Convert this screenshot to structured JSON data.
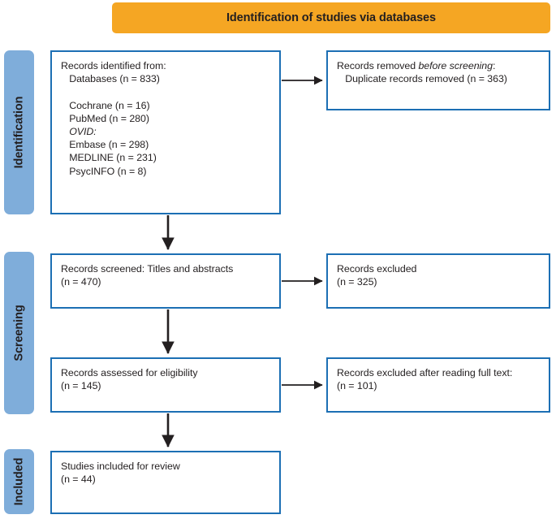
{
  "banner": {
    "title": "Identification of studies via databases",
    "color": "#f5a623"
  },
  "stages": [
    {
      "id": "identification",
      "label": "Identification",
      "color": "#7fadda"
    },
    {
      "id": "screening",
      "label": "Screening",
      "color": "#7fadda"
    },
    {
      "id": "included",
      "label": "Included",
      "color": "#7fadda"
    }
  ],
  "theme": {
    "box_border": "#1c6fb4",
    "box_fill": "#ffffff",
    "arrow": "#231f20",
    "text": "#231f20"
  },
  "boxes": {
    "identified": {
      "name": "records-identified",
      "line1": "Records identified from:",
      "line2": "   Databases (n = 833)",
      "line3": "",
      "line4": "   Cochrane (n = 16)",
      "line5": "   PubMed (n = 280)",
      "line6_italic": "   OVID:",
      "line7": "   Embase (n = 298)",
      "line8": "   MEDLINE (n = 231)",
      "line9": "   PsycINFO (n = 8)"
    },
    "removed": {
      "name": "records-removed-before-screening",
      "prefix": "Records removed ",
      "italic": "before screening",
      "suffix": ":",
      "line2": "   Duplicate records removed (n = 363)"
    },
    "screened": {
      "name": "records-screened",
      "line1": "Records screened: Titles and abstracts",
      "line2": "(n = 470)"
    },
    "excluded_screen": {
      "name": "records-excluded-screening",
      "line1": "Records excluded",
      "line2": "(n = 325)"
    },
    "eligibility": {
      "name": "records-assessed-eligibility",
      "line1": "Records assessed for eligibility",
      "line2": "(n = 145)"
    },
    "excluded_fulltext": {
      "name": "records-excluded-fulltext",
      "line1": "Records excluded after reading full text:",
      "line2": "(n = 101)"
    },
    "included": {
      "name": "studies-included",
      "line1": "Studies included for review",
      "line2": "(n = 44)"
    }
  },
  "chart_data": {
    "type": "diagram",
    "title": "Identification of studies via databases",
    "flow": "PRISMA",
    "stages": [
      "Identification",
      "Screening",
      "Included"
    ],
    "nodes": [
      {
        "id": "identified",
        "stage": "Identification",
        "label": "Records identified from: Databases",
        "n": 833,
        "sources": [
          {
            "name": "Cochrane",
            "n": 16
          },
          {
            "name": "PubMed",
            "n": 280
          },
          {
            "name": "OVID: Embase",
            "n": 298
          },
          {
            "name": "OVID: MEDLINE",
            "n": 231
          },
          {
            "name": "OVID: PsycINFO",
            "n": 8
          }
        ]
      },
      {
        "id": "removed",
        "stage": "Identification",
        "label": "Records removed before screening: Duplicate records removed",
        "n": 363
      },
      {
        "id": "screened",
        "stage": "Screening",
        "label": "Records screened: Titles and abstracts",
        "n": 470
      },
      {
        "id": "excluded_screen",
        "stage": "Screening",
        "label": "Records excluded",
        "n": 325
      },
      {
        "id": "eligibility",
        "stage": "Screening",
        "label": "Records assessed for eligibility",
        "n": 145
      },
      {
        "id": "excluded_fulltext",
        "stage": "Screening",
        "label": "Records excluded after reading full text",
        "n": 101
      },
      {
        "id": "included",
        "stage": "Included",
        "label": "Studies included for review",
        "n": 44
      }
    ],
    "edges": [
      {
        "from": "identified",
        "to": "removed",
        "direction": "right"
      },
      {
        "from": "identified",
        "to": "screened",
        "direction": "down"
      },
      {
        "from": "screened",
        "to": "excluded_screen",
        "direction": "right"
      },
      {
        "from": "screened",
        "to": "eligibility",
        "direction": "down"
      },
      {
        "from": "eligibility",
        "to": "excluded_fulltext",
        "direction": "right"
      },
      {
        "from": "eligibility",
        "to": "included",
        "direction": "down"
      }
    ]
  }
}
